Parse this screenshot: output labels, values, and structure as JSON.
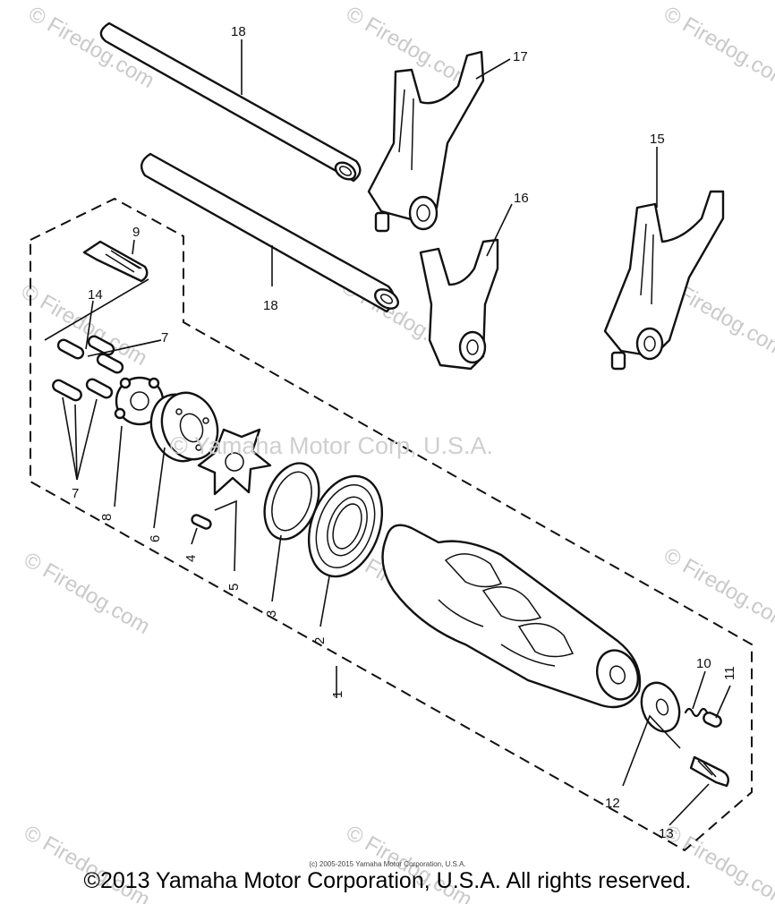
{
  "diagram": {
    "labels": {
      "p1": "1",
      "p2": "2",
      "p3": "3",
      "p4": "4",
      "p5": "5",
      "p6": "6",
      "p7a": "7",
      "p7b": "7",
      "p8": "8",
      "p9": "9",
      "p10": "10",
      "p11": "11",
      "p12": "12",
      "p13": "13",
      "p14": "14",
      "p15": "15",
      "p16": "16",
      "p17": "17",
      "p18a": "18",
      "p18b": "18"
    },
    "watermarks": {
      "firedog": "© Firedog.com",
      "center": "© Yamaha Motor Corp, U.S.A."
    },
    "small_copyright": "(c) 2005-2015 Yamaha Motor Corporation, U.S.A.",
    "copyright": "©2013 Yamaha Motor Corporation, U.S.A. All rights reserved."
  }
}
